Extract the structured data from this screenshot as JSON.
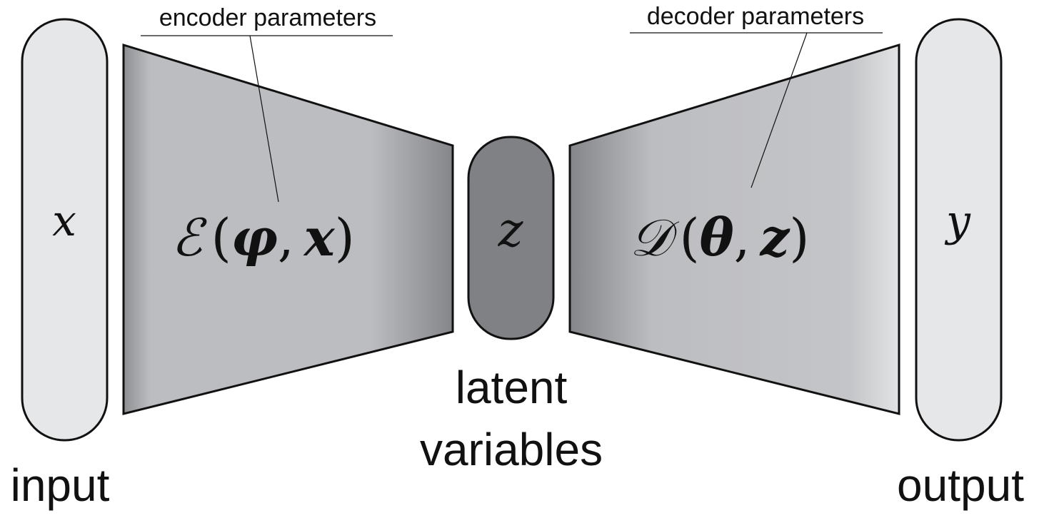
{
  "input_block": {
    "symbol": "x",
    "caption": "input"
  },
  "output_block": {
    "symbol": "y",
    "caption": "output"
  },
  "encoder": {
    "symbol": "ℰ",
    "open_paren": "(",
    "param": "φ",
    "comma": ",",
    "arg": "x",
    "close_paren": ")",
    "annotation": "encoder parameters"
  },
  "decoder": {
    "symbol": "𝒟",
    "open_paren": "(",
    "param": "θ",
    "comma": ",",
    "arg": "z",
    "close_paren": ")",
    "annotation": "decoder parameters"
  },
  "latent": {
    "symbol": "z",
    "caption_line1": "latent",
    "caption_line2": "variables"
  },
  "colors": {
    "block_light": "#e6e7e8",
    "trapezoid_mid": "#bcbdc0",
    "trapezoid_dark": "#8a8b8e",
    "latent_fill": "#808184",
    "stroke": "#111111"
  }
}
